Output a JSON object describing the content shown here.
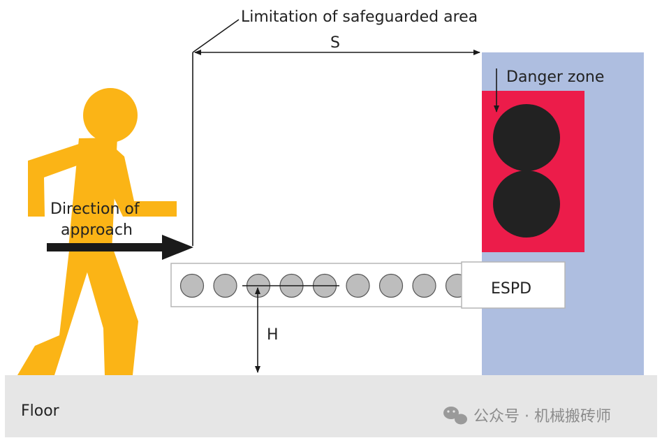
{
  "labels": {
    "safeguard_limit": "Limitation of safeguarded area",
    "distance_s": "S",
    "danger_zone": "Danger zone",
    "direction_line1": "Direction of",
    "direction_line2": "approach",
    "espd": "ESPD",
    "height_h": "H",
    "floor": "Floor"
  },
  "watermark": {
    "text": "公众号 · 机械搬砖师",
    "icon": "wechat-icon"
  },
  "espd_beam_count": 9,
  "colors": {
    "person": "#FBB416",
    "danger_red": "#EC1C4A",
    "machine_blue": "#AEBEE0",
    "floor_gray": "#E6E6E6",
    "rollers": "#222222",
    "beams": "#BDBDBD",
    "lines": "#1A1A1A"
  }
}
